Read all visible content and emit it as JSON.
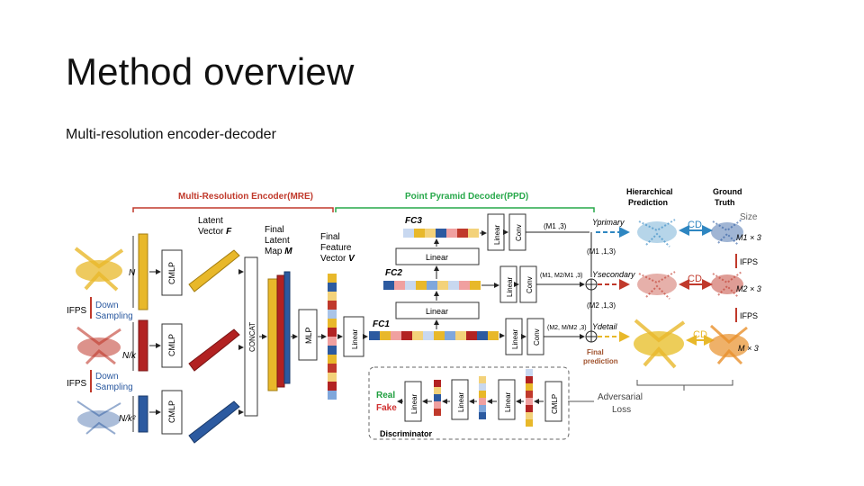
{
  "slide": {
    "title": "Method overview",
    "subtitle": "Multi-resolution encoder-decoder"
  },
  "diagram": {
    "mre_label": "Multi-Resolution Encoder(MRE)",
    "ppd_label": "Point Pyramid Decoder(PPD)",
    "hierarchical_prediction": "Hierarchical\nPrediction",
    "ground_truth": "Ground\nTruth",
    "size_label": "Size",
    "latent_vector": "Latent\nVector F",
    "final_latent_map": "Final\nLatent\nMap M",
    "final_feature_vector": "Final\nFeature\nVector V",
    "cmlp": "CMLP",
    "concat": "CONCAT",
    "mlp": "MLP",
    "linear": "Linear",
    "conv": "Conv",
    "ifps": "IFPS",
    "down_sampling": "Down\nSampling",
    "res_n": "N",
    "res_n_k": "N/k",
    "res_n_k2": "N/k²",
    "fc1": "FC1",
    "fc2": "FC2",
    "fc3": "FC3",
    "dim_primary": "(M1 ,3)",
    "dim_secondary": "(M1, M2/M1 ,3)",
    "dim_detail": "(M2, M/M2 ,3)",
    "dim_m1_1_3": "(M1 ,1,3)",
    "dim_m2_1_3": "(M2 ,1,3)",
    "y_primary": "Yprimary",
    "y_secondary": "Ysecondary",
    "y_detail": "Ydetail",
    "final_prediction": "Final\nprediction",
    "cd": "CD",
    "gt_m1": "M1 × 3",
    "gt_m2": "M2 × 3",
    "gt_m": "M × 3",
    "adversarial_loss": "Adversarial\nLoss",
    "discriminator": "Discriminator",
    "real": "Real",
    "fake": "Fake",
    "colors": {
      "mre": "#c0392b",
      "ppd": "#27a84a",
      "cd_arrow": "#2e86c1",
      "real": "#1e9e3e",
      "fake": "#d03030",
      "yellow": "#e8b82a",
      "red": "#b22222",
      "blue": "#2c5aa0"
    }
  }
}
